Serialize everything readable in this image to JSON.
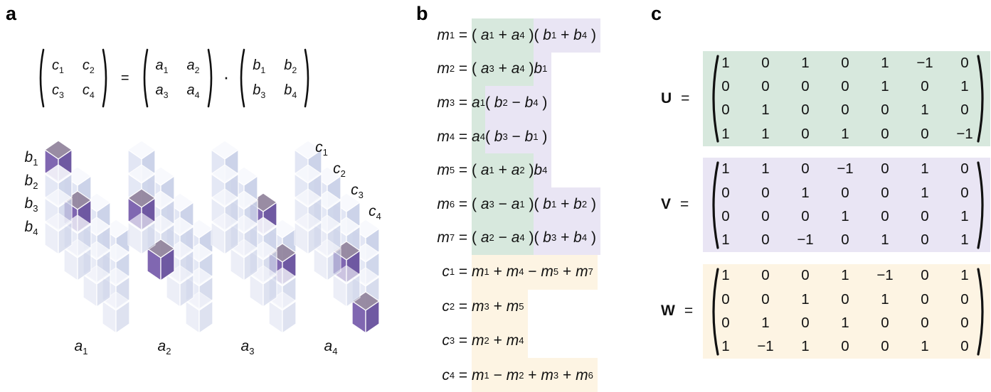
{
  "panel_a": {
    "letter": "a",
    "equation": {
      "result": [
        [
          "c_1",
          "c_2"
        ],
        [
          "c_3",
          "c_4"
        ]
      ],
      "equals": "=",
      "dot": "·",
      "operand_a": [
        [
          "a_1",
          "a_2"
        ],
        [
          "a_3",
          "a_4"
        ]
      ],
      "operand_b": [
        [
          "b_1",
          "b_2"
        ],
        [
          "b_3",
          "b_4"
        ]
      ]
    },
    "tensor": {
      "row_labels": [
        "b_1",
        "b_2",
        "b_3",
        "b_4"
      ],
      "col_labels": [
        "c_1",
        "c_2",
        "c_3",
        "c_4"
      ],
      "slices": [
        {
          "label": "a_1",
          "highlights": [
            [
              1,
              1
            ],
            [
              2,
              2
            ]
          ]
        },
        {
          "label": "a_2",
          "highlights": [
            [
              3,
              1
            ],
            [
              4,
              2
            ]
          ]
        },
        {
          "label": "a_3",
          "highlights": [
            [
              1,
              3
            ],
            [
              2,
              4
            ]
          ]
        },
        {
          "label": "a_4",
          "highlights": [
            [
              3,
              3
            ],
            [
              4,
              4
            ]
          ]
        }
      ],
      "cube_colors": {
        "pale_top": "#f8f9fd",
        "pale_left": "#e2e6f4",
        "pale_right": "#ccd3e9",
        "purple_top": "#94869f",
        "purple_left": "#7a5fad",
        "purple_right": "#68519e",
        "outline": "#ffffff"
      }
    }
  },
  "panel_b": {
    "letter": "b",
    "m_rows": [
      {
        "lhs": "m_1",
        "eq": " = ",
        "a_part": "( a_1 + a_4 )",
        "b_part": "( b_1 + b_4 )"
      },
      {
        "lhs": "m_2",
        "eq": " = ",
        "a_part": "( a_3 + a_4 )",
        "b_part": " b_1"
      },
      {
        "lhs": "m_3",
        "eq": " = ",
        "a_part": "a_1 ",
        "b_part": "( b_2 − b_4 )"
      },
      {
        "lhs": "m_4",
        "eq": " = ",
        "a_part": "a_4 ",
        "b_part": "( b_3 − b_1 )"
      },
      {
        "lhs": "m_5",
        "eq": " = ",
        "a_part": "( a_1 + a_2 )",
        "b_part": " b_4"
      },
      {
        "lhs": "m_6",
        "eq": " = ",
        "a_part": "( a_3 − a_1 )",
        "b_part": "( b_1 + b_2 )"
      },
      {
        "lhs": "m_7",
        "eq": " = ",
        "a_part": "( a_2 − a_4 )",
        "b_part": "( b_3 + b_4 )"
      }
    ],
    "c_rows": [
      {
        "lhs": "c_1",
        "eq": " = ",
        "expr": "m_1 + m_4 − m_5 + m_7"
      },
      {
        "lhs": "c_2",
        "eq": " = ",
        "expr": "m_3 + m_5"
      },
      {
        "lhs": "c_3",
        "eq": " = ",
        "expr": "m_2 + m_4"
      },
      {
        "lhs": "c_4",
        "eq": " = ",
        "expr": "m_1 − m_2 + m_3 + m_6"
      }
    ],
    "highlight_colors": {
      "green": "#d7e8dd",
      "purple": "#e9e5f4",
      "cream": "#fdf4e3"
    }
  },
  "panel_c": {
    "letter": "c",
    "equals": "=",
    "matrices": [
      {
        "name": "U",
        "bg": "#d7e8dd",
        "rows": [
          [
            "1",
            "0",
            "1",
            "0",
            "1",
            "−1",
            "0"
          ],
          [
            "0",
            "0",
            "0",
            "0",
            "1",
            "0",
            "1"
          ],
          [
            "0",
            "1",
            "0",
            "0",
            "0",
            "1",
            "0"
          ],
          [
            "1",
            "1",
            "0",
            "1",
            "0",
            "0",
            "−1"
          ]
        ]
      },
      {
        "name": "V",
        "bg": "#e9e5f4",
        "rows": [
          [
            "1",
            "1",
            "0",
            "−1",
            "0",
            "1",
            "0"
          ],
          [
            "0",
            "0",
            "1",
            "0",
            "0",
            "1",
            "0"
          ],
          [
            "0",
            "0",
            "0",
            "1",
            "0",
            "0",
            "1"
          ],
          [
            "1",
            "0",
            "−1",
            "0",
            "1",
            "0",
            "1"
          ]
        ]
      },
      {
        "name": "W",
        "bg": "#fdf4e3",
        "rows": [
          [
            "1",
            "0",
            "0",
            "1",
            "−1",
            "0",
            "1"
          ],
          [
            "0",
            "0",
            "1",
            "0",
            "1",
            "0",
            "0"
          ],
          [
            "0",
            "1",
            "0",
            "1",
            "0",
            "0",
            "0"
          ],
          [
            "1",
            "−1",
            "1",
            "0",
            "0",
            "1",
            "0"
          ]
        ]
      }
    ]
  }
}
